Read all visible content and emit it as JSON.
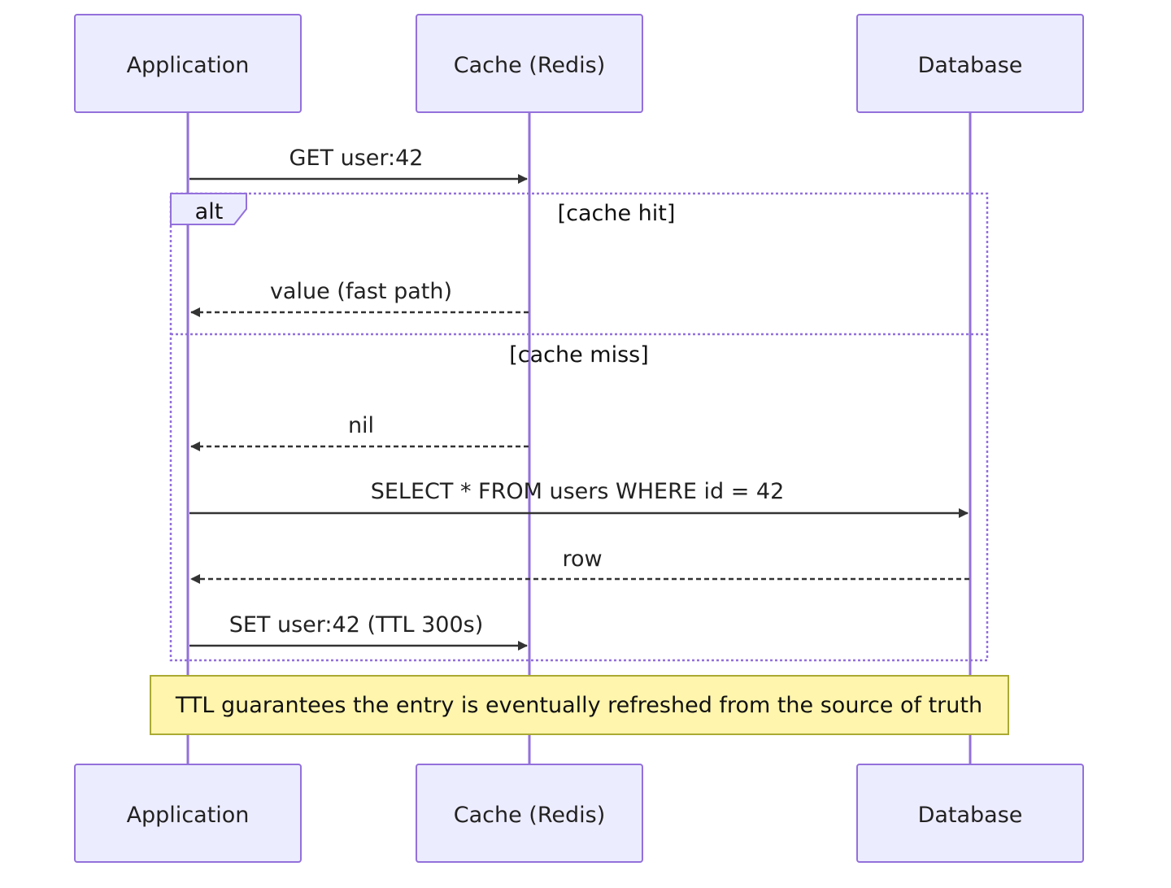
{
  "actors": {
    "application": "Application",
    "cache": "Cache (Redis)",
    "database": "Database"
  },
  "messages": {
    "get": "GET user:42",
    "value": "value (fast path)",
    "nil": "nil",
    "select": "SELECT * FROM users WHERE id = 42",
    "row": "row",
    "set": "SET user:42 (TTL 300s)"
  },
  "alt_block": {
    "keyword": "alt",
    "hit_condition": "[cache hit]",
    "miss_condition": "[cache miss]"
  },
  "note": "TTL guarantees the entry is eventually refreshed from the source of truth",
  "colors": {
    "actor_fill": "#ececff",
    "actor_stroke": "#9370db",
    "note_fill": "#fff5ad",
    "note_stroke": "#aaaa33",
    "arrow": "#333333"
  }
}
